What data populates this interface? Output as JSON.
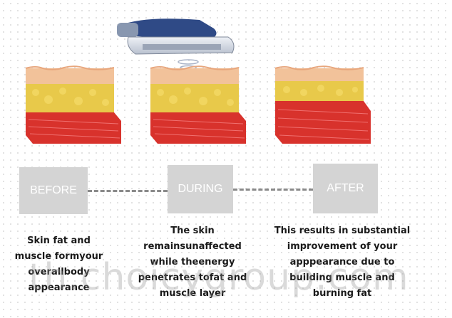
{
  "stages": [
    {
      "label": "BEFORE",
      "desc_lines": [
        "Skin fat and",
        "muscle formyour",
        "overallbody",
        "appearance"
      ]
    },
    {
      "label": "DURING",
      "desc_lines": [
        "The skin",
        "remainsunaffected",
        "while theenergy",
        "penetrates tofat and",
        "muscle layer"
      ]
    },
    {
      "label": "AFTER",
      "desc_lines": [
        "This results in substantial",
        "improvement of your",
        "apppearance due to",
        "building muscle and",
        "burning fat"
      ]
    }
  ],
  "watermark": "th.choicygroup.com",
  "icons": [
    "tissue-block-icon",
    "handheld-device-icon",
    "energy-wave-icon"
  ],
  "colors": {
    "skin": "#f2c29a",
    "fat": "#e8c94a",
    "muscle": "#d8322c",
    "box": "#d4d4d4"
  }
}
